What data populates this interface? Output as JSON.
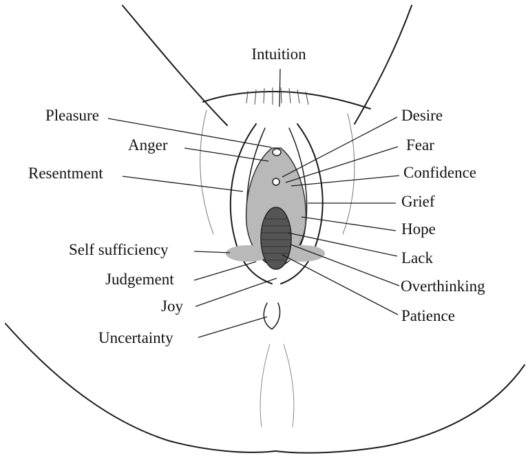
{
  "colors": {
    "ink": "#1a1a1a",
    "shade": "#b9b9b9",
    "shade_dark": "#9c9c9c",
    "opening": "#555555",
    "paper": "#ffffff"
  },
  "labels": {
    "intuition": "Intuition",
    "pleasure": "Pleasure",
    "anger": "Anger",
    "resentment": "Resentment",
    "self_sufficiency": "Self sufficiency",
    "judgement": "Judgement",
    "joy": "Joy",
    "uncertainty": "Uncertainty",
    "desire": "Desire",
    "fear": "Fear",
    "confidence": "Confidence",
    "grief": "Grief",
    "hope": "Hope",
    "lack": "Lack",
    "overthinking": "Overthinking",
    "patience": "Patience"
  }
}
